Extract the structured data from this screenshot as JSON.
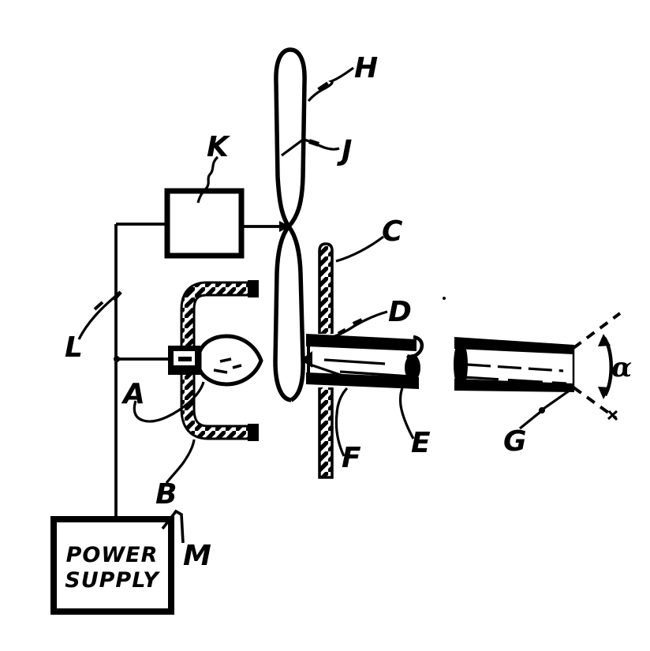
{
  "figure": {
    "type": "hand-drawn patent line diagram",
    "background_color": "#ffffff",
    "ink_color": "#000000",
    "labels": {
      "H": "H",
      "J": "J",
      "K": "K",
      "C": "C",
      "D": "D",
      "L": "L",
      "A": "A",
      "B": "B",
      "F": "F",
      "E": "E",
      "G": "G",
      "M": "M"
    },
    "angle_label": "α",
    "power_supply": {
      "line1": "POWER",
      "line2": "SUPPLY"
    }
  }
}
